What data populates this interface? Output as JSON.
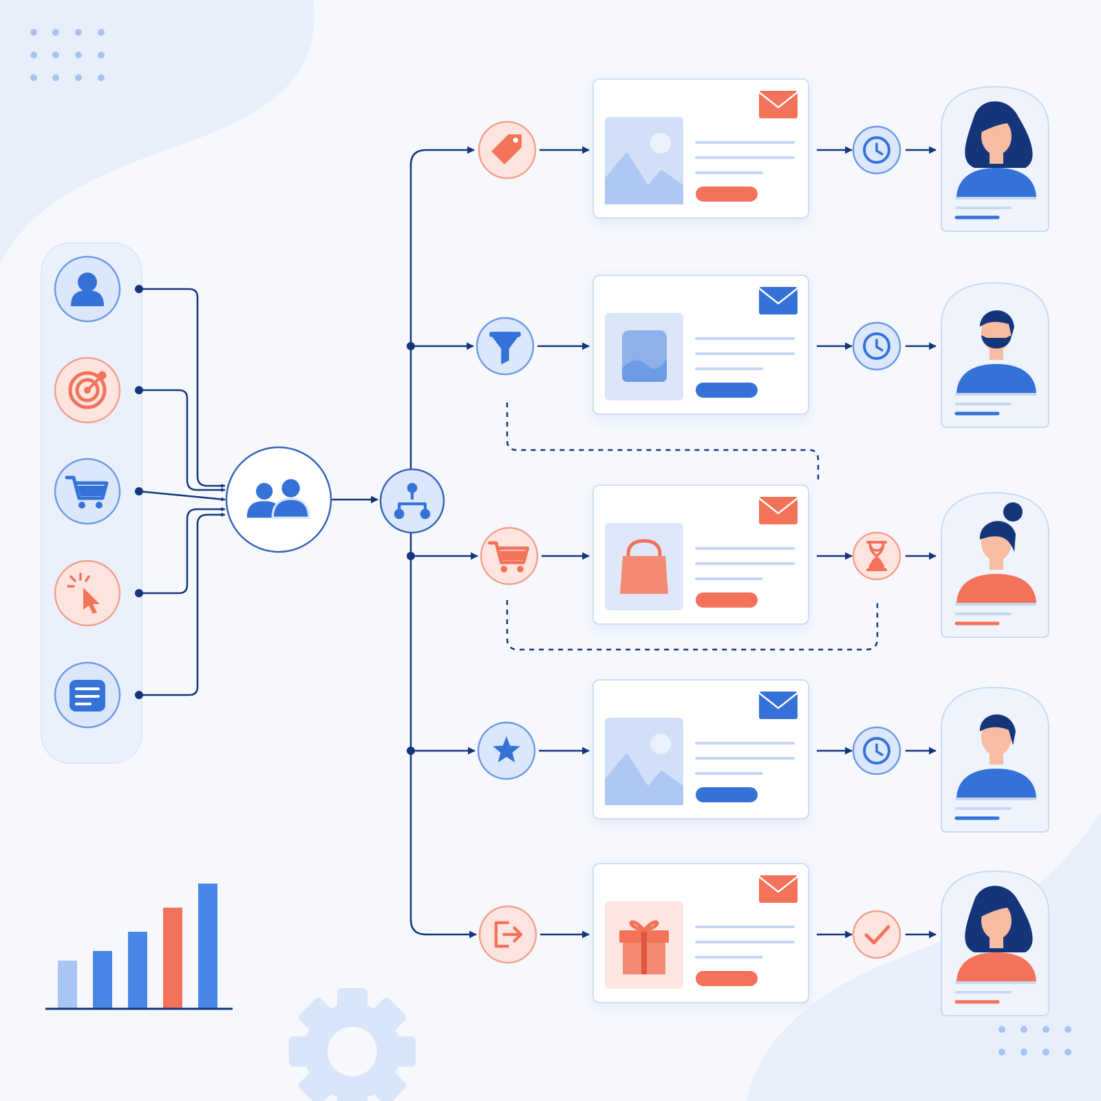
{
  "title": "",
  "colors": {
    "primary": "#3572d8",
    "navy": "#15357a",
    "coral": "#f2725a",
    "light_blue": "#dbe7fb",
    "light_coral": "#fde4de",
    "background": "#f6f8fd"
  },
  "sources": [
    {
      "icon": "user-icon",
      "tone": "blue"
    },
    {
      "icon": "target-icon",
      "tone": "coral"
    },
    {
      "icon": "shopping-cart-icon",
      "tone": "blue"
    },
    {
      "icon": "cursor-click-icon",
      "tone": "coral"
    },
    {
      "icon": "form-icon",
      "tone": "blue"
    }
  ],
  "hub": {
    "icon": "audience-group-icon"
  },
  "splitter": {
    "icon": "branch-split-icon"
  },
  "journeys": [
    {
      "trigger_icon": "tag-icon",
      "tone": "coral",
      "email_icon": "envelope-icon",
      "media": "image-placeholder",
      "cta_tone": "coral",
      "wait_icon": "clock-icon",
      "wait_tone": "blue",
      "persona": "woman-long-hair",
      "persona_shirt": "blue"
    },
    {
      "trigger_icon": "funnel-icon",
      "tone": "blue",
      "email_icon": "envelope-icon",
      "media": "photo-tile",
      "cta_tone": "blue",
      "wait_icon": "clock-icon",
      "wait_tone": "blue",
      "persona": "man-beard",
      "persona_shirt": "blue"
    },
    {
      "trigger_icon": "shopping-cart-icon",
      "tone": "coral",
      "email_icon": "envelope-icon",
      "media": "shopping-bag",
      "cta_tone": "coral",
      "wait_icon": "hourglass-icon",
      "wait_tone": "coral",
      "persona": "woman-bun",
      "persona_shirt": "coral"
    },
    {
      "trigger_icon": "star-icon",
      "tone": "blue",
      "email_icon": "envelope-icon",
      "media": "image-placeholder",
      "cta_tone": "blue",
      "wait_icon": "clock-icon",
      "wait_tone": "blue",
      "persona": "man-short-hair",
      "persona_shirt": "blue"
    },
    {
      "trigger_icon": "exit-icon",
      "tone": "coral",
      "email_icon": "envelope-icon",
      "media": "gift-box",
      "cta_tone": "coral",
      "wait_icon": "checkmark-icon",
      "wait_tone": "coral",
      "persona": "woman-long-hair",
      "persona_shirt": "coral"
    }
  ],
  "bar_chart": {
    "type": "bar",
    "values": [
      1,
      1.2,
      1.6,
      2.1,
      2.6
    ],
    "tones": [
      "light",
      "blue",
      "blue",
      "coral",
      "blue"
    ],
    "axis_labels": false
  },
  "decorations": [
    "dot-grid-top-left",
    "dot-grid-bottom-right",
    "gear-icon",
    "background-blobs"
  ]
}
